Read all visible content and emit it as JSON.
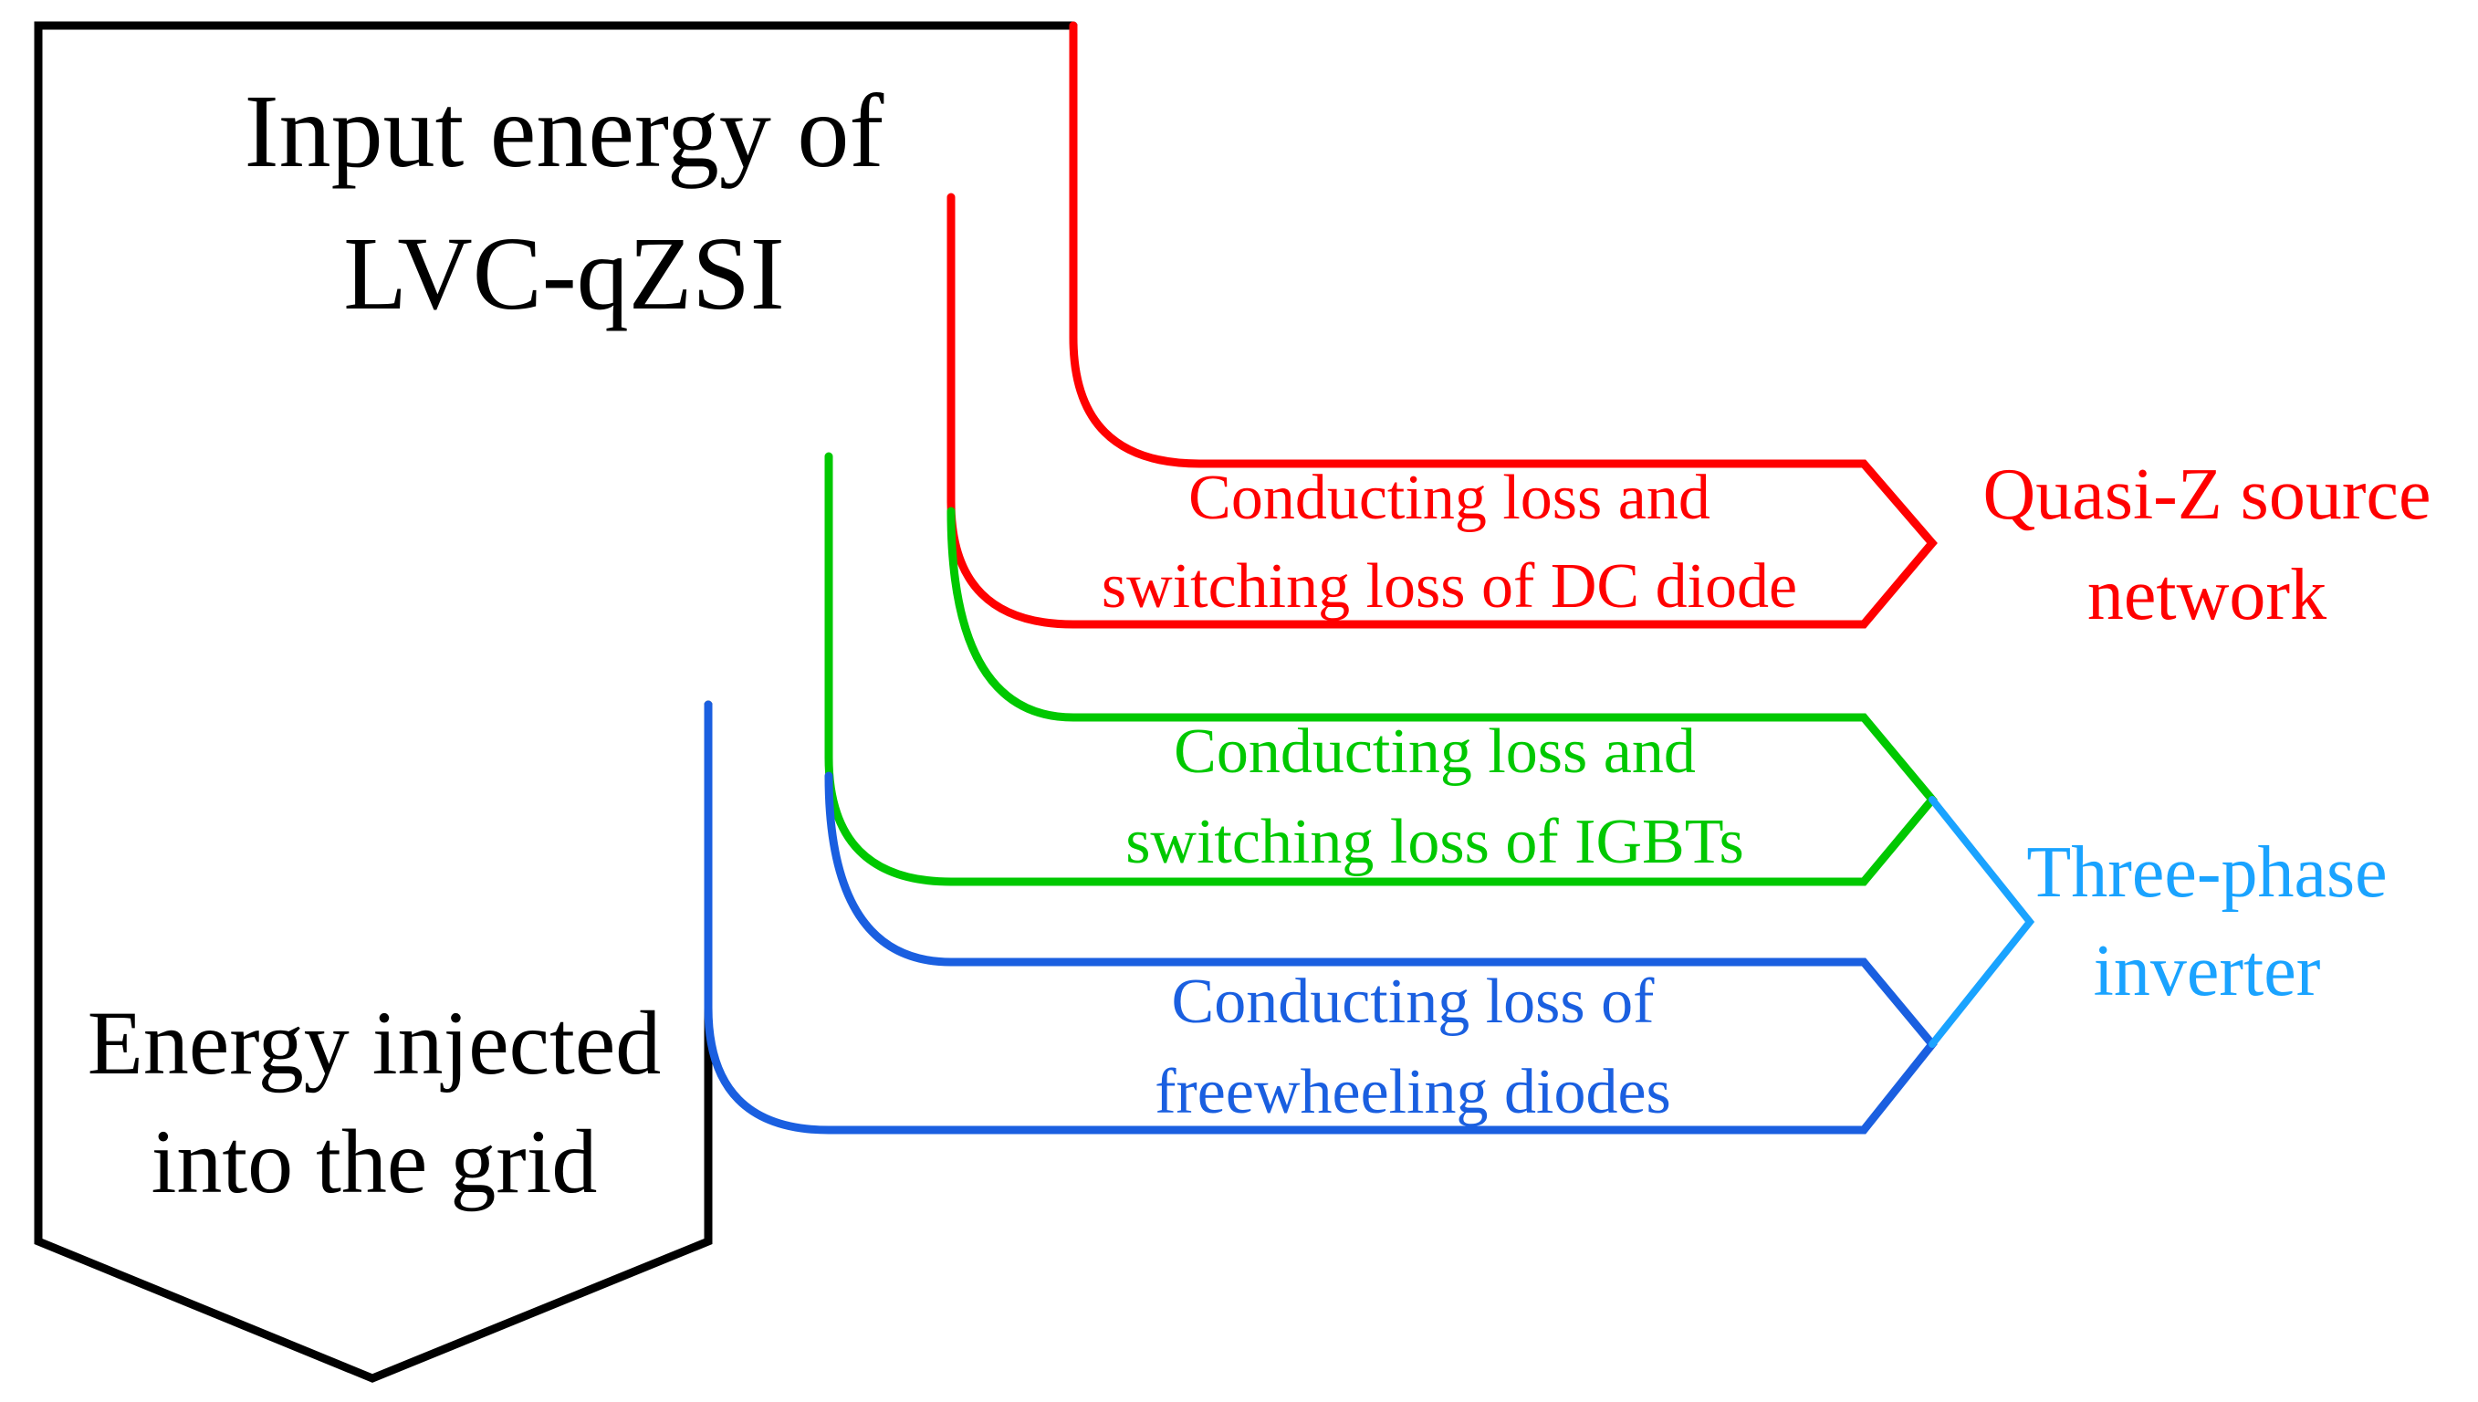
{
  "colors": {
    "input_energy": "#000000",
    "quasi_z": "#ff0000",
    "igbt": "#00c800",
    "freewheeling": "#1a5fe0",
    "three_phase": "#1aa3ff"
  },
  "main": {
    "input_line1": "Input energy of",
    "input_line2": "LVC-qZSI",
    "output_line1": "Energy injected",
    "output_line2": "into the grid"
  },
  "losses": {
    "dc_diode_line1": "Conducting loss and",
    "dc_diode_line2": "switching loss of DC diode",
    "igbt_line1": "Conducting loss and",
    "igbt_line2": "switching loss of IGBTs",
    "freewheeling_line1": "Conducting loss of",
    "freewheeling_line2": "freewheeling diodes"
  },
  "groups": {
    "quasi_z_line1": "Quasi-Z source",
    "quasi_z_line2": "network",
    "three_phase_line1": "Three-phase",
    "three_phase_line2": "inverter"
  }
}
